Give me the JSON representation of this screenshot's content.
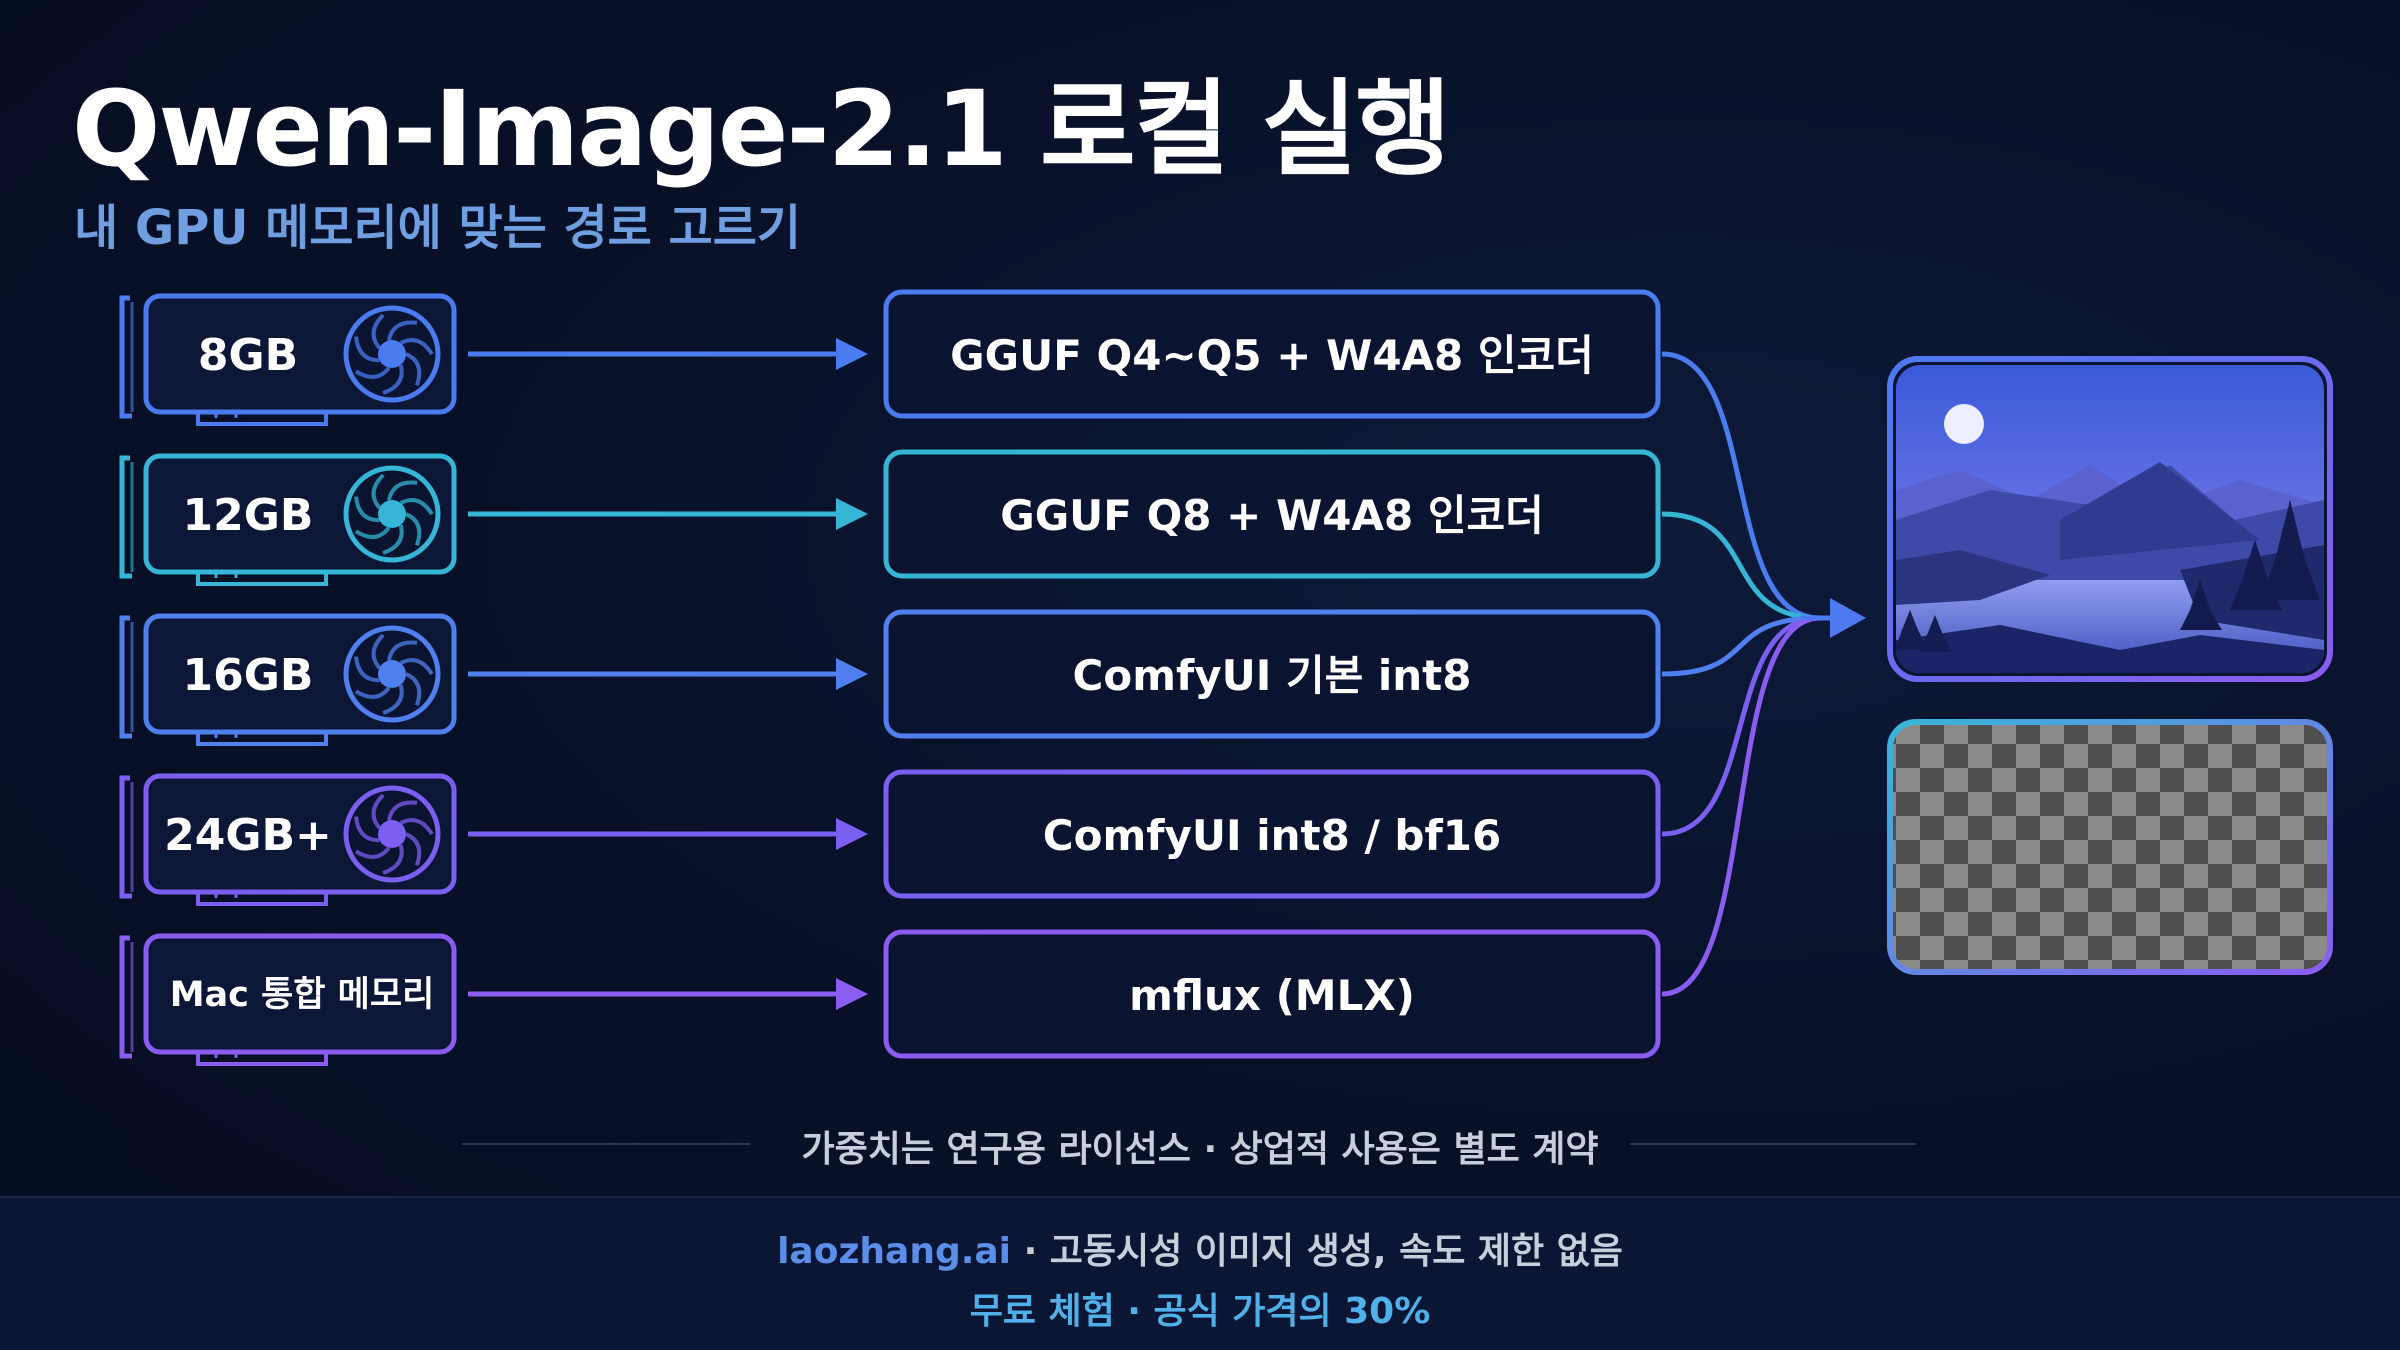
{
  "title": "Qwen-Image-2.1 로컬 실행",
  "subtitle": "내 GPU 메모리에 맞는 경로 고르기",
  "gpus": [
    {
      "label": "8GB",
      "has_fan": true
    },
    {
      "label": "12GB",
      "has_fan": true
    },
    {
      "label": "16GB",
      "has_fan": true
    },
    {
      "label": "24GB+",
      "has_fan": true
    },
    {
      "label": "Mac 통합 메모리",
      "has_fan": false
    }
  ],
  "paths": [
    "GGUF Q4~Q5 + W4A8 인코더",
    "GGUF Q8 + W4A8 인코더",
    "ComfyUI 기본 int8",
    "ComfyUI int8 / bf16",
    "mflux (MLX)"
  ],
  "outputs": [
    {
      "name": "landscape-image",
      "icon": "mountain-landscape-icon"
    },
    {
      "name": "transparent-image",
      "icon": "checkerboard-transparency-icon"
    }
  ],
  "colors": [
    "#4a7cf0",
    "#36b5d6",
    "#4f80ee",
    "#7b5ff0",
    "#8a5cf0"
  ],
  "license_note": "가중치는 연구용 라이선스 · 상업적 사용은 별도 계약",
  "footer": {
    "brand": "laozhang.ai",
    "line1_rest": " · 고동시성 이미지 생성, 속도 제한 없음",
    "line2": "무료 체험 · 공식 가격의 30%"
  }
}
